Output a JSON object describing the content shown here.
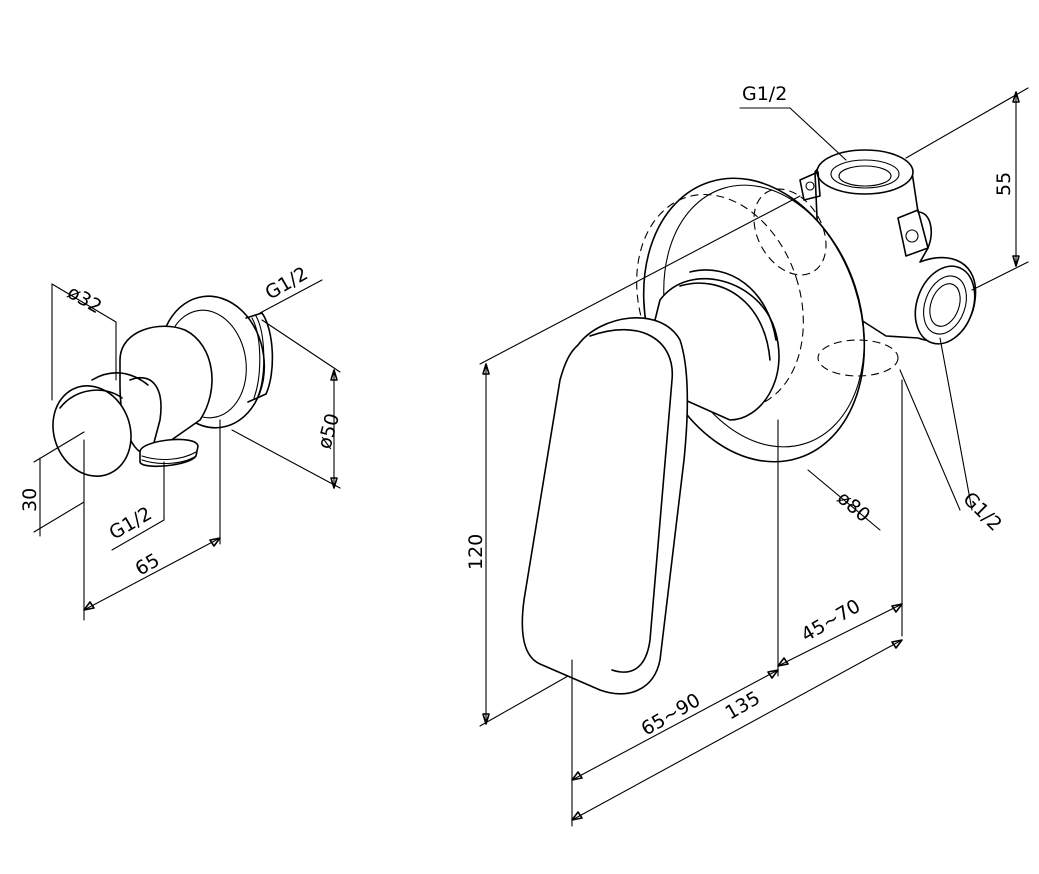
{
  "labels": {
    "wall_outlet_diameter_32": "ø32",
    "wall_outlet_thread": "G1/2",
    "wall_outlet_height_30": "30",
    "wall_outlet_hose_thread": "G1/2",
    "wall_outlet_depth_65": "65",
    "wall_outlet_flange_diameter_50": "ø50",
    "mixer_top_inlet_thread": "G1/2",
    "mixer_body_height_55": "55",
    "mixer_flange_diameter_80": "ø80",
    "mixer_side_outlets_thread": "G1/2",
    "mixer_handle_height_120": "120",
    "mixer_install_depth_45_70": "45~70",
    "mixer_depth_65_90": "65~90",
    "mixer_total_depth_135": "135"
  }
}
